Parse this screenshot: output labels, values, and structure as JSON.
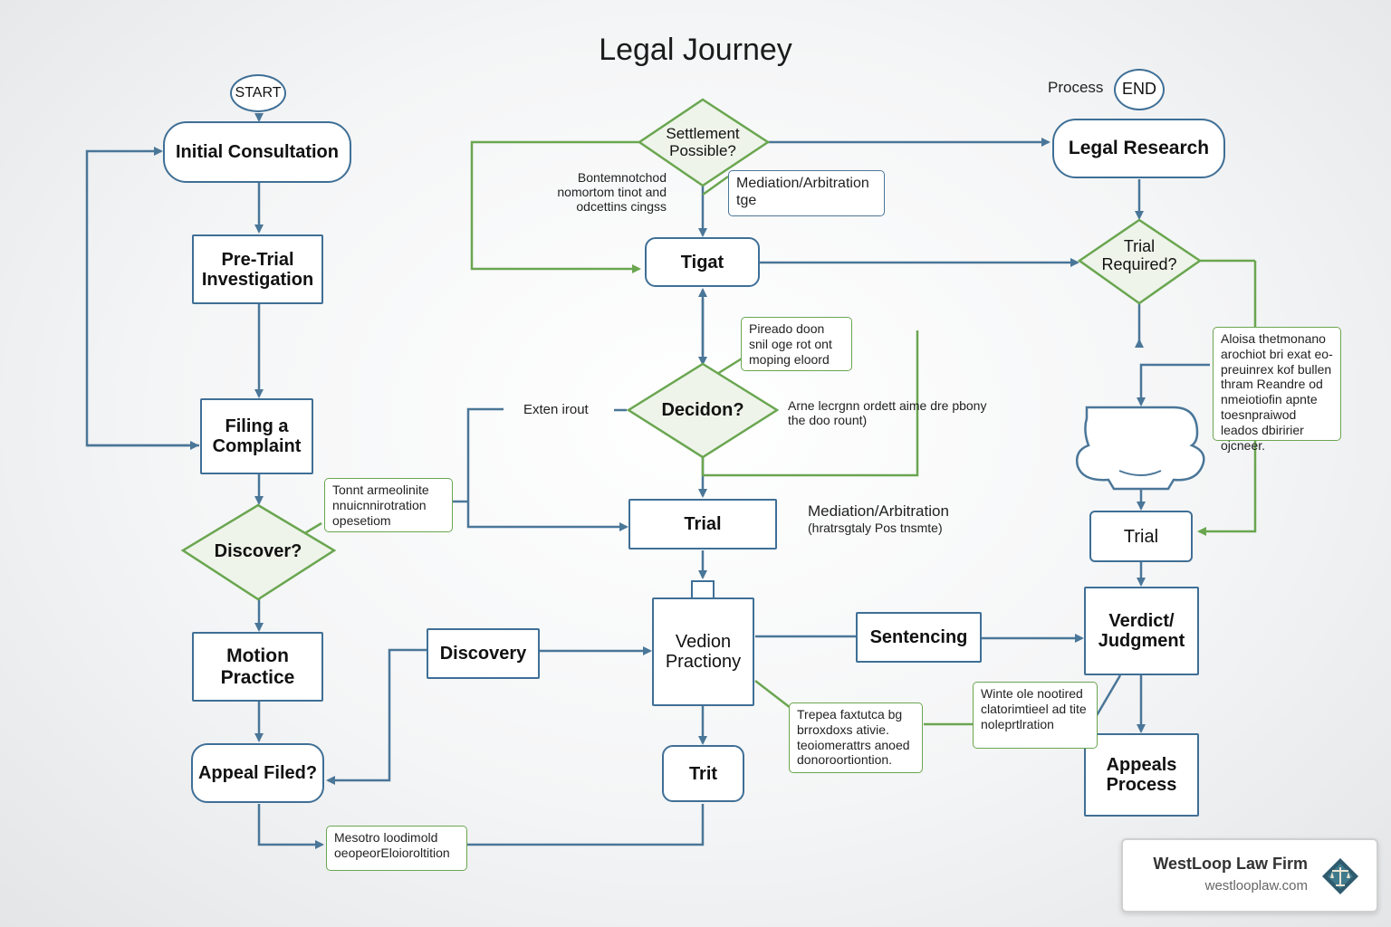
{
  "title": "Legal Journey",
  "terminals": {
    "start": "START",
    "end": "END",
    "process": "Process"
  },
  "nodes": {
    "initial_consultation": "Initial Consultation",
    "pre_trial_investigation": "Pre-Trial Investigation",
    "filing_a_complaint": "Filing a Complaint",
    "discover_decision": "Discover?",
    "motion_practice": "Motion Practice",
    "appeal_filed": "Appeal Filed?",
    "settlement_possible": "Settlement Possible?",
    "tigat": "Tigat",
    "decidon": "Decidon?",
    "trial_center": "Trial",
    "discovery": "Discovery",
    "vedion_practiony": "Vedion Practiony",
    "trit": "Trit",
    "sentencing": "Sentencing",
    "legal_research": "Legal Research",
    "trial_required": "Trial Required?",
    "trial_right": "Trial",
    "verdict_judgment": "Verdict/ Judgment",
    "appeals_process": "Appeals Process"
  },
  "notes": {
    "mediation_box": "Mediation/Arbitration tge",
    "pireado": "Pireado doon snil oge rot ont moping eloord",
    "tonnt": "Tonnt armeolinite nnuicnnirotration opesetiom",
    "aloise": "Aloisa thetmonano arochiot bri exat eo- preuinrex kof bullen thram Reandre od nmeiotiofin apnte toesnpraiwod leados dbiririer ojcneer.",
    "trepea": "Trepea faxtutca bg brroxdoxs ativie. teoiomerattrs anoed donoroortiontion.",
    "winte": "Winte ole nootired clatorimtieel ad tite noleprtlration",
    "mesotro": "Mesotro loodimold oeopeorEloioroltition"
  },
  "labels": {
    "bontem": "Bontemnotchod nomortom tinot and odcettins cingss",
    "exten_irout": "Exten irout",
    "arne": "Arne lecrgnn ordett aime dre pbony the doo rount)",
    "mediation_2": "Mediation/Arbitration",
    "mediation_2_sub": "(hratrsgtaly Pos tnsmte)"
  },
  "brand": {
    "name": "WestLoop Law Firm",
    "url": "westlooplaw.com"
  },
  "colors": {
    "blue_border": "#3f6f96",
    "blue_arrow": "#4a7698",
    "green": "#6aa650",
    "diamond_fill": "#eef4ea"
  }
}
